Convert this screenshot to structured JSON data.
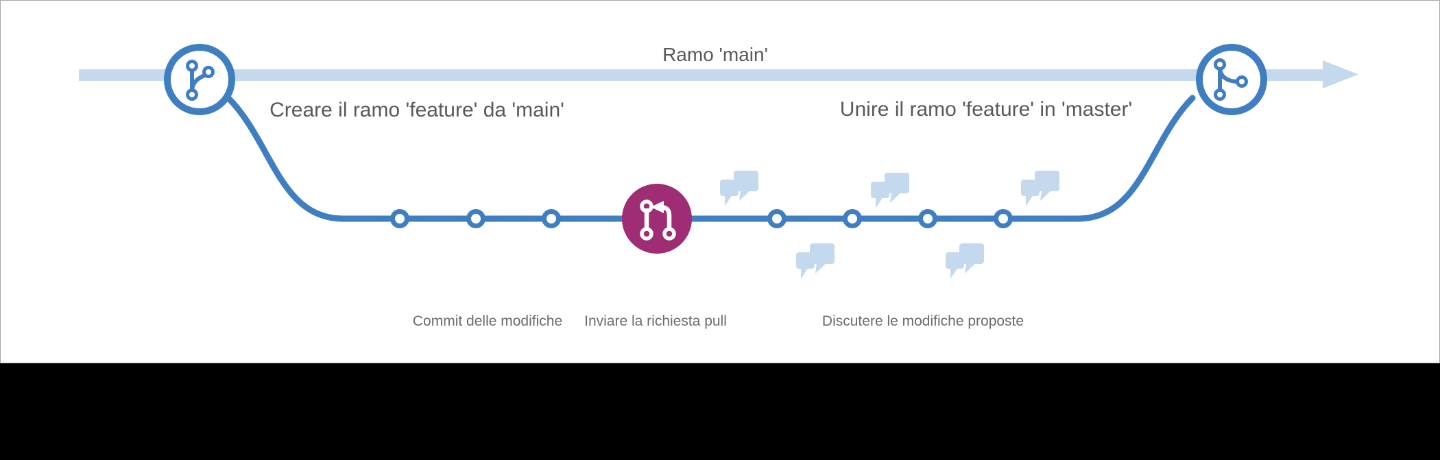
{
  "diagram": {
    "labels": {
      "main_branch": "Ramo 'main'",
      "create_branch": "Creare il ramo 'feature' da 'main'",
      "merge_branch": "Unire il ramo 'feature' in 'master'",
      "commits": "Commit delle modifiche",
      "pull_request": "Inviare la richiesta pull",
      "discuss": "Discutere le modifiche proposte"
    },
    "structure": {
      "commit_dots_left_of_pull_request": 3,
      "commit_dots_right_of_pull_request": 4,
      "comment_bubbles_above_line": 3,
      "comment_bubbles_below_line": 2
    },
    "icons": {
      "left_node": "git-branch-icon",
      "center_node": "git-pull-request-icon",
      "right_node": "git-merge-icon",
      "discussion": "comments-icon"
    },
    "colors": {
      "branch_blue": "#3f7ec1",
      "light_blue": "#c5d9ee",
      "pull_request_magenta": "#9e2d73",
      "heading_text": "#595959",
      "caption_text": "#6b6b6b",
      "panel_border": "#a5a5a5",
      "bottom_bar": "#000000"
    }
  }
}
